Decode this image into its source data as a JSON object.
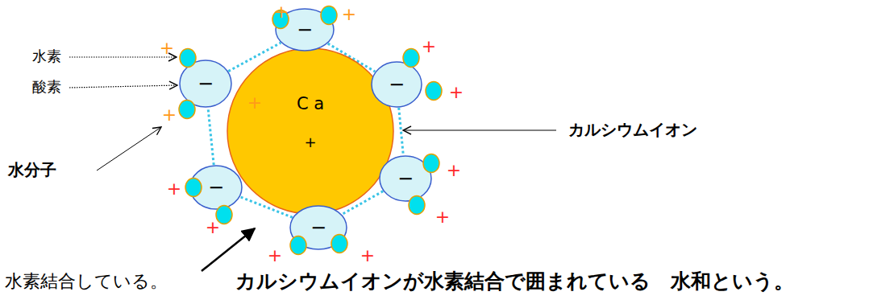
{
  "diagram": {
    "caption": "カルシウムイオンが水素結合で囲まれている　水和という。",
    "nodes": [
      {
        "text": [
          "C a",
          "+"
        ]
      },
      {
        "text": [
          "−"
        ]
      },
      {
        "text": [
          "−"
        ]
      },
      {
        "text": [
          "−"
        ]
      },
      {
        "text": [
          "−"
        ]
      },
      {
        "text": [
          "−"
        ]
      },
      {
        "text": [
          "−"
        ]
      }
    ],
    "edges": [
      {
        "from": 1,
        "to": 2,
        "arrow": "none"
      },
      {
        "from": 2,
        "to": 3,
        "arrow": "none"
      },
      {
        "from": 3,
        "to": 4,
        "arrow": "none"
      },
      {
        "from": 4,
        "to": 5,
        "arrow": "none"
      },
      {
        "from": 5,
        "to": 6,
        "arrow": "none"
      },
      {
        "from": 6,
        "to": 1,
        "arrow": "none"
      }
    ],
    "labels": [
      "水素",
      "酸素",
      "水分子",
      "カルシウムイオン",
      "水素結合している。",
      "+",
      "+",
      "+",
      "+",
      "+",
      "+",
      "+",
      "+",
      "+",
      "+",
      "+",
      "+",
      "+"
    ]
  }
}
